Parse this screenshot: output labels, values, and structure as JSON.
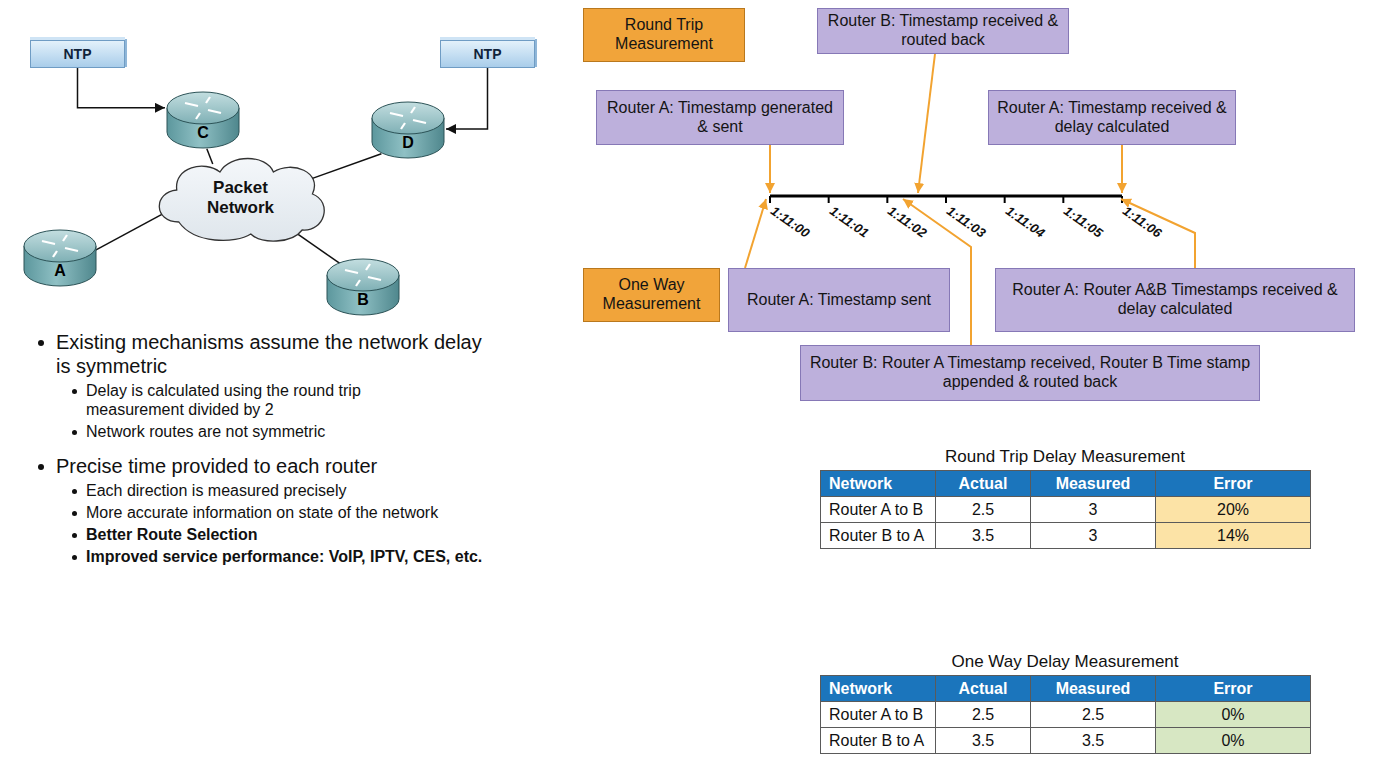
{
  "diagram": {
    "nodes": [
      {
        "text": [
          "NTP"
        ]
      },
      {
        "text": [
          "C"
        ]
      },
      {
        "text": [
          "NTP"
        ]
      },
      {
        "text": [
          "D"
        ]
      },
      {
        "text": [
          "Packet Network"
        ]
      },
      {
        "text": [
          "A"
        ]
      },
      {
        "text": [
          "B"
        ]
      },
      {
        "text": [
          "Round Trip Measurement"
        ]
      },
      {
        "text": [
          "Router B: Timestamp received & routed back"
        ]
      },
      {
        "text": [
          "Router A: Timestamp generated & sent"
        ]
      },
      {
        "text": [
          "Router A: Timestamp received & delay calculated"
        ]
      },
      {
        "text": [
          "One Way Measurement"
        ]
      },
      {
        "text": [
          "Router A: Timestamp sent"
        ]
      },
      {
        "text": [
          "Router A: Router A&B Timestamps received & delay calculated"
        ]
      },
      {
        "text": [
          "Router B: Router A Timestamp received, Router B Time stamp appended & routed back"
        ]
      }
    ],
    "edges": [
      {
        "from": 0,
        "to": 1,
        "arrow": "to"
      },
      {
        "from": 2,
        "to": 3,
        "arrow": "to"
      },
      {
        "from": 1,
        "to": 4,
        "arrow": "none"
      },
      {
        "from": 3,
        "to": 4,
        "arrow": "none"
      },
      {
        "from": 5,
        "to": 4,
        "arrow": "none"
      },
      {
        "from": 6,
        "to": 4,
        "arrow": "none"
      }
    ],
    "labels": [
      "Existing mechanisms assume the network delay is symmetric",
      "Delay is calculated using the round trip measurement divided by 2",
      "Network routes are not symmetric",
      "Precise time provided to each router",
      "Each direction is measured precisely",
      "More accurate information on state of the network",
      "Better Route Selection",
      "Improved service performance: VoIP, IPTV, CES, etc.",
      "1:11:00",
      "1:11:01",
      "1:11:02",
      "1:11:03",
      "1:11:04",
      "1:11:05",
      "1:11:06",
      "Round Trip Delay Measurement",
      "Network",
      "Actual",
      "Measured",
      "Error",
      "Router A to B",
      "2.5",
      "3",
      "20%",
      "Router B to A",
      "3.5",
      "3",
      "14%",
      "One Way Delay Measurement",
      "Network",
      "Actual",
      "Measured",
      "Error",
      "Router A to B",
      "2.5",
      "2.5",
      "0%",
      "Router B to A",
      "3.5",
      "3.5",
      "0%"
    ]
  }
}
